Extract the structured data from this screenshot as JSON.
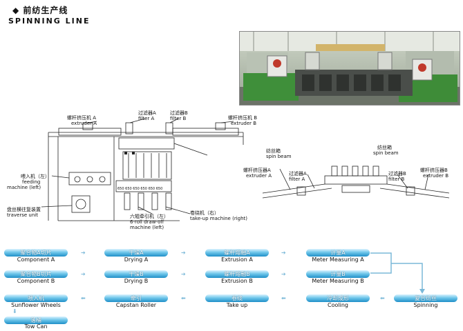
{
  "header": {
    "bullet": "◆",
    "title_zh": "前纺生产线",
    "title_en": "SPINNING  LINE"
  },
  "drawing_labels": {
    "extruder_a": {
      "zh": "螺杆挤压机 A",
      "en": "extruder A"
    },
    "filter_a": {
      "zh": "过滤器A",
      "en": "filter A"
    },
    "filter_b": {
      "zh": "过滤器B",
      "en": "filter B"
    },
    "extruder_b": {
      "zh": "螺杆挤压机 B",
      "en": "extruder B"
    },
    "spin_beam": {
      "zh": "纺丝箱",
      "en": "spin beam"
    },
    "feeding": {
      "zh": "喂入机（左）",
      "en1": "feeding",
      "en2": "machine (left)"
    },
    "traverse": {
      "zh": "盘丝横往复装置",
      "en": "traverse unit"
    },
    "draw_off": {
      "zh": "六辊牵引机（左）",
      "en1": "6-roll draw-off",
      "en2": "machine (left)"
    },
    "take_up": {
      "zh": "卷绕机（右）",
      "en": "take-up machine (right)"
    },
    "roll_values": [
      "650",
      "650",
      "650",
      "650",
      "650",
      "650"
    ]
  },
  "side_labels": {
    "spin_beam": {
      "zh": "纺丝箱",
      "en": "spin beam"
    },
    "extruder_a": {
      "zh": "螺杆挤压器A",
      "en": "extruder A"
    },
    "filter_a": {
      "zh": "过滤器A",
      "en": "filter A"
    },
    "filter_b": {
      "zh": "过滤器B",
      "en": "filter B"
    },
    "extruder_b": {
      "zh": "螺杆挤压器B",
      "en": "extruder B"
    }
  },
  "flow": {
    "component_a": {
      "zh": "聚合物A切片",
      "en": "Component A"
    },
    "drying_a": {
      "zh": "干燥A",
      "en": "Drying A"
    },
    "extrusion_a": {
      "zh": "螺杆熔融A",
      "en": "Extrusion A"
    },
    "meter_a": {
      "zh": "计量A",
      "en": "Meter Measuring A"
    },
    "component_b": {
      "zh": "聚合物B切片",
      "en": "Component B"
    },
    "drying_b": {
      "zh": "干燥B",
      "en": "Drying B"
    },
    "extrusion_b": {
      "zh": "螺杆熔融B",
      "en": "Extrusion B"
    },
    "meter_b": {
      "zh": "计量B",
      "en": "Meter Measuring B"
    },
    "sunflower": {
      "zh": "喂入机",
      "en": "Sunflower Wheels"
    },
    "capstan": {
      "zh": "牵引",
      "en": "Capstan Roller"
    },
    "take_up": {
      "zh": "卷绕",
      "en": "Take up"
    },
    "cooling": {
      "zh": "冷却成形",
      "en": "Cooling"
    },
    "spinning": {
      "zh": "复合纺丝",
      "en": "Spinning"
    },
    "tow_can": {
      "zh": "落桶",
      "en": "Tow Can"
    }
  }
}
